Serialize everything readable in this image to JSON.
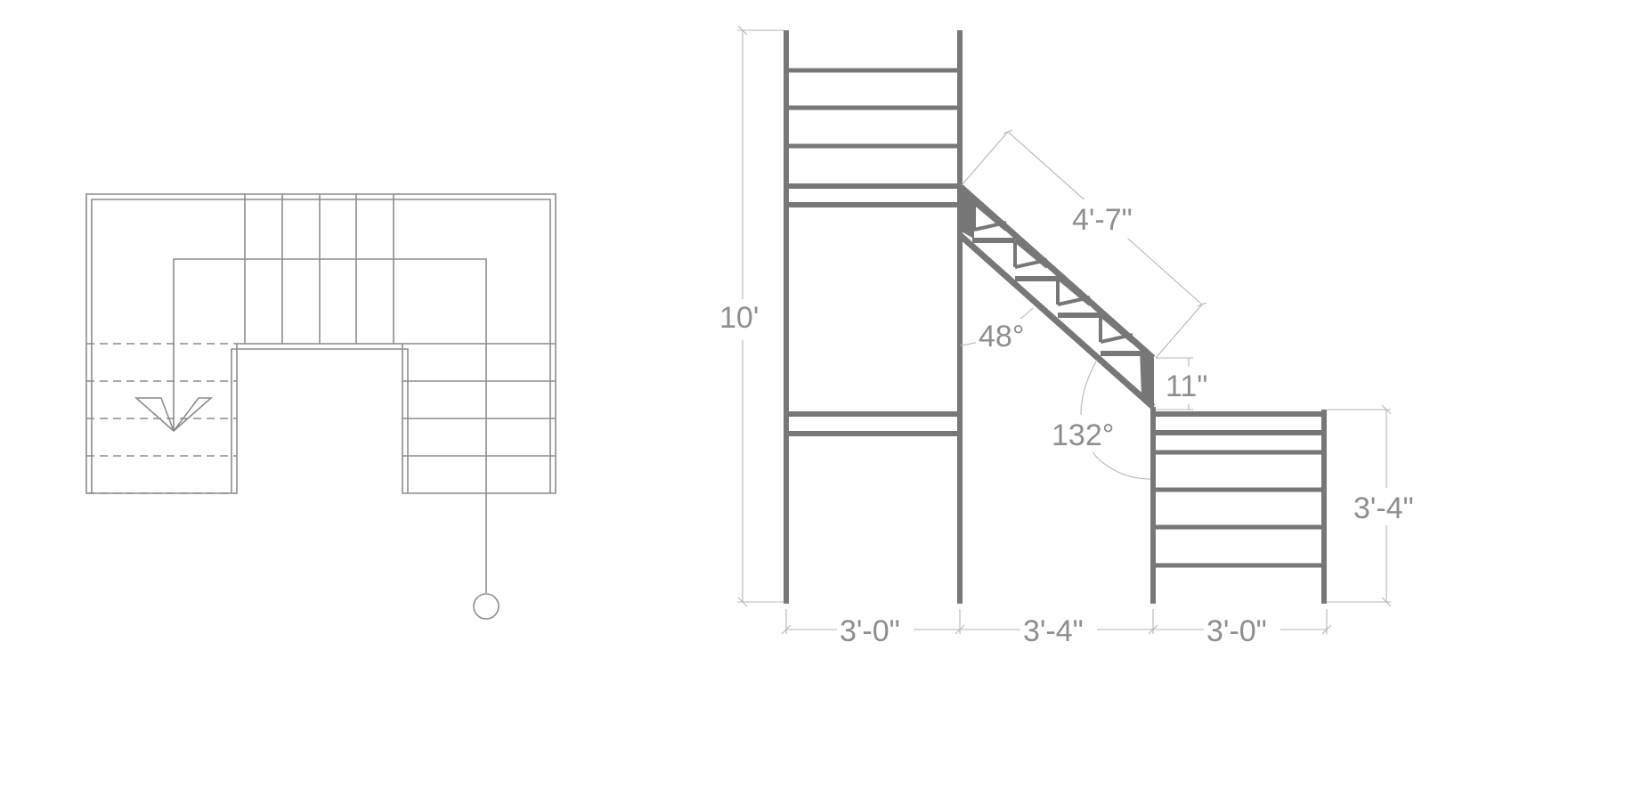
{
  "plan_view": {},
  "elevation": {
    "dimensions": {
      "overall_height": "10'",
      "flight_length": "4'-7\"",
      "upper_angle": "48°",
      "lower_angle": "132°",
      "step_offset": "11\"",
      "landing_height": "3'-4\"",
      "left_bay_width": "3'-0\"",
      "middle_bay_width": "3'-4\"",
      "right_bay_width": "3'-0\""
    }
  },
  "colors": {
    "steel": "#777777",
    "dimension_line": "#b5b5b5",
    "dimension_text": "#8e8e8e",
    "plan_line": "#8c8c8c"
  }
}
